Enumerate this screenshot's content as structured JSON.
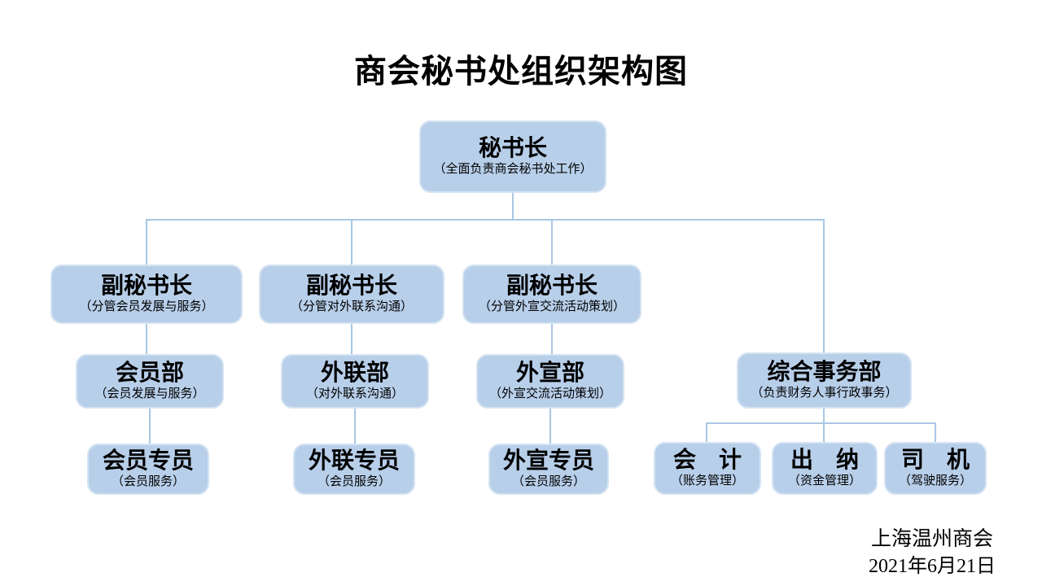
{
  "title": "商会秘书处组织架构图",
  "colors": {
    "box_fill": "#b8cfea",
    "box_border": "#d5e3f2",
    "connector": "#a9c7e3",
    "text": "#000000",
    "background": "#ffffff"
  },
  "nodes": {
    "secretary_general": {
      "title": "秘书长",
      "subtitle": "（全面负责商会秘书处工作）"
    },
    "deputy_membership": {
      "title": "副秘书长",
      "subtitle": "（分管会员发展与服务）"
    },
    "deputy_liaison": {
      "title": "副秘书长",
      "subtitle": "（分管对外联系沟通）"
    },
    "deputy_publicity": {
      "title": "副秘书长",
      "subtitle": "（分管外宣交流活动策划）"
    },
    "dept_membership": {
      "title": "会员部",
      "subtitle": "（会员发展与服务）"
    },
    "dept_liaison": {
      "title": "外联部",
      "subtitle": "（对外联系沟通）"
    },
    "dept_publicity": {
      "title": "外宣部",
      "subtitle": "（外宣交流活动策划）"
    },
    "dept_general": {
      "title": "综合事务部",
      "subtitle": "（负责财务人事行政事务）"
    },
    "spec_membership": {
      "title": "会员专员",
      "subtitle": "（会员服务）"
    },
    "spec_liaison": {
      "title": "外联专员",
      "subtitle": "（会员服务）"
    },
    "spec_publicity": {
      "title": "外宣专员",
      "subtitle": "（会员服务）"
    },
    "accountant": {
      "title": "会　计",
      "subtitle": "（账务管理）"
    },
    "cashier": {
      "title": "出　纳",
      "subtitle": "（资金管理）"
    },
    "driver": {
      "title": "司　机",
      "subtitle": "（驾驶服务）"
    }
  },
  "footer": {
    "organization": "上海温州商会",
    "date": "2021年6月21日"
  }
}
